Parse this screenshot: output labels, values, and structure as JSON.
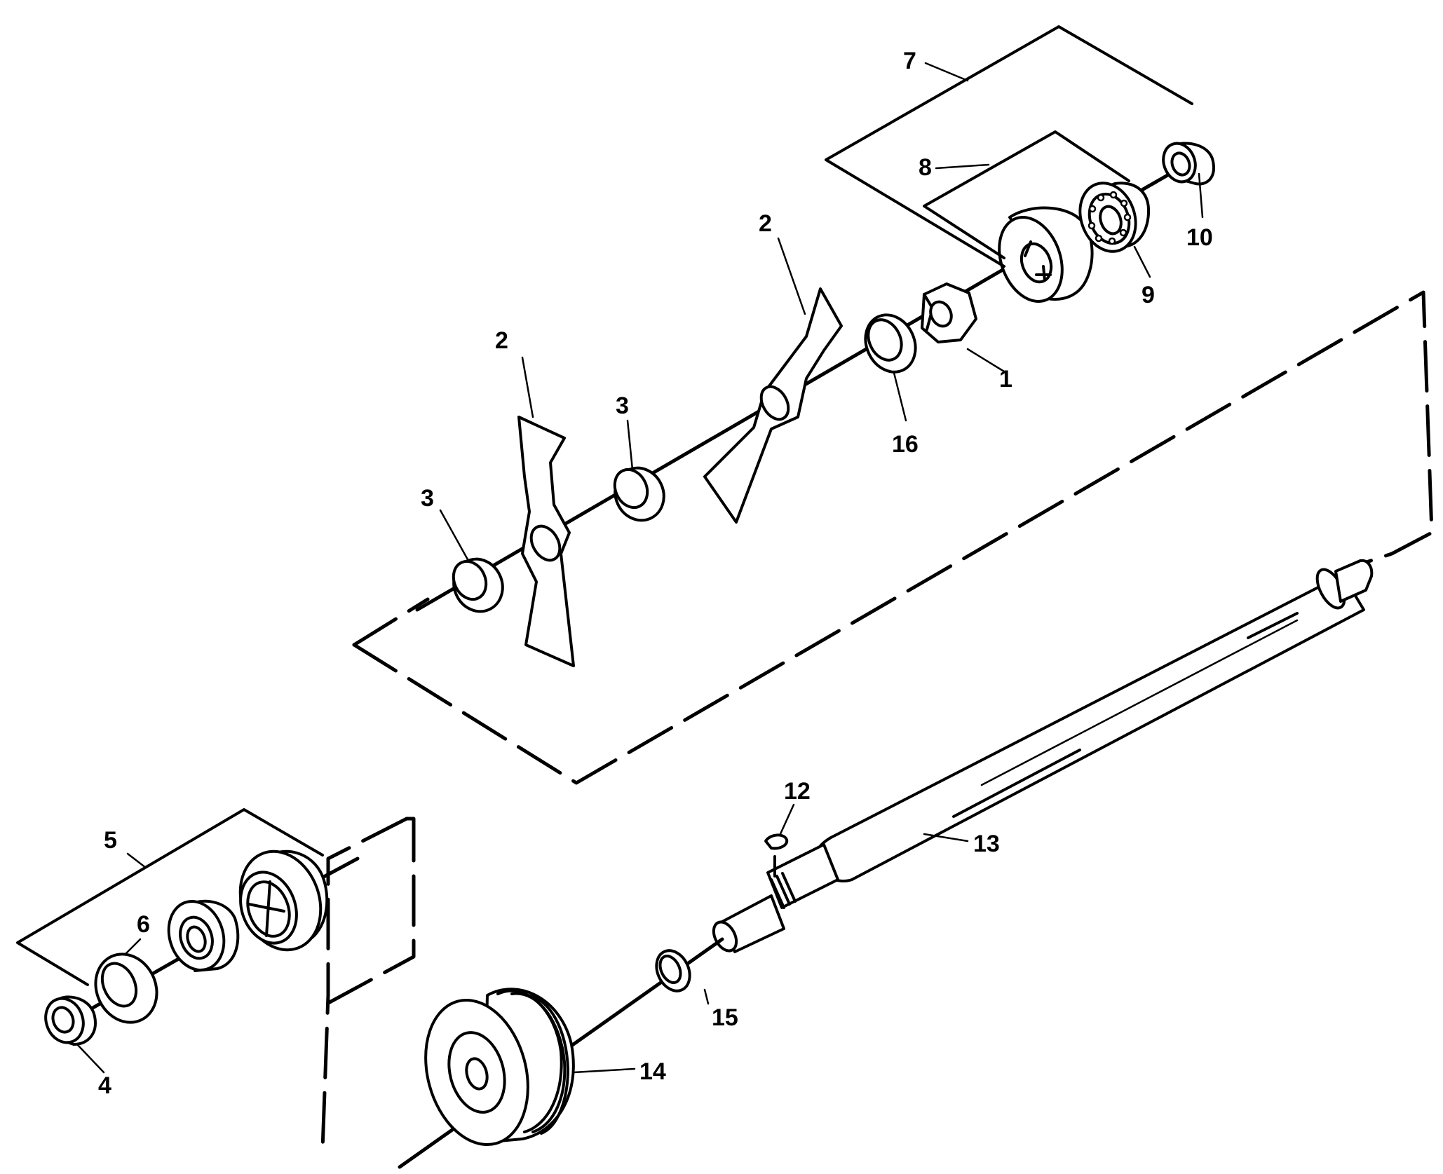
{
  "callouts": {
    "c1": "1",
    "c2a": "2",
    "c2b": "2",
    "c3a": "3",
    "c3b": "3",
    "c4": "4",
    "c5": "5",
    "c6": "6",
    "c7": "7",
    "c8": "8",
    "c9": "9",
    "c10": "10",
    "c12": "12",
    "c13": "13",
    "c14": "14",
    "c15": "15",
    "c16": "16"
  },
  "colors": {
    "line": "#000000",
    "background": "#ffffff"
  }
}
